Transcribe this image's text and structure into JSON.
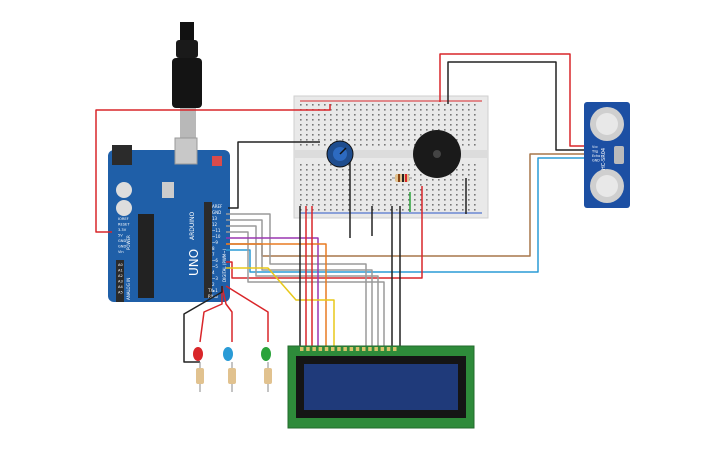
{
  "arduino": {
    "brand": "ARDUINO",
    "model": "UNO",
    "aref": "AREF",
    "gnd": "GND",
    "digital": "DIGITAL (PWM~)",
    "tx": "TX▸1",
    "rx": "RX◂0",
    "power_pins": [
      "IOREF",
      "RESET",
      "3.3V",
      "5V",
      "GND",
      "GND",
      "Vin"
    ],
    "analog_pins": [
      "A0",
      "A1",
      "A2",
      "A3",
      "A4",
      "A5"
    ],
    "pin_numbers": [
      "13",
      "12",
      "~11",
      "~10",
      "~9",
      "8",
      "7",
      "~6",
      "~5",
      "4",
      "~3",
      "2"
    ],
    "power_label": "POWER",
    "analog_label": "ANALOG IN"
  },
  "sensor": {
    "name": "HC-SR04",
    "pins": [
      "Vcc",
      "Trig",
      "Echo",
      "GND"
    ]
  },
  "colors": {
    "board": "#1f5fa8",
    "breadboard": "#e9e9e9",
    "lcd_pcb": "#2e8b3a",
    "lcd_screen": "#1f3a7a",
    "sensor_pcb": "#1c4fa3",
    "wire_red": "#d9262a",
    "wire_black": "#222222",
    "wire_gray": "#9a9a9a",
    "wire_yellow": "#e8c81a",
    "wire_purple": "#9a37b0",
    "wire_orange": "#e87b22",
    "wire_green": "#2aa33a",
    "wire_blue": "#2a9bd6",
    "wire_brown": "#a7774a"
  },
  "leds": [
    "red-led",
    "blue-led",
    "green-led"
  ]
}
